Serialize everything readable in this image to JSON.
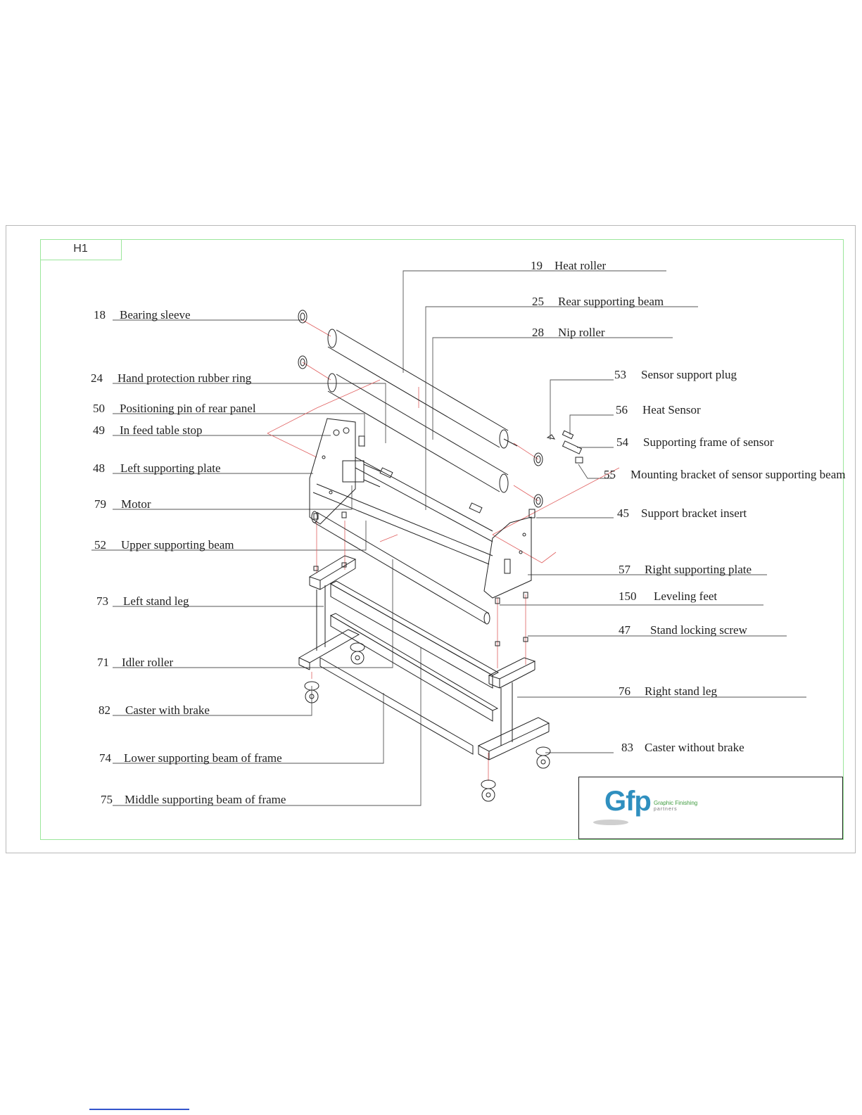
{
  "sheet": {
    "tab_label": "H1"
  },
  "parts": [
    {
      "num": "19",
      "name": "Heat roller"
    },
    {
      "num": "25",
      "name": "Rear supporting beam"
    },
    {
      "num": "28",
      "name": "Nip roller"
    },
    {
      "num": "18",
      "name": "Bearing sleeve"
    },
    {
      "num": "24",
      "name": "Hand protection rubber ring"
    },
    {
      "num": "50",
      "name": "Positioning pin of rear panel"
    },
    {
      "num": "49",
      "name": "In feed table stop"
    },
    {
      "num": "48",
      "name": "Left supporting plate"
    },
    {
      "num": "79",
      "name": "Motor"
    },
    {
      "num": "52",
      "name": "Upper supporting beam"
    },
    {
      "num": "73",
      "name": "Left stand leg"
    },
    {
      "num": "71",
      "name": "Idler roller"
    },
    {
      "num": "82",
      "name": "Caster with brake"
    },
    {
      "num": "74",
      "name": "Lower supporting beam of frame"
    },
    {
      "num": "75",
      "name": "Middle supporting beam of frame"
    },
    {
      "num": "53",
      "name": "Sensor support plug"
    },
    {
      "num": "56",
      "name": "Heat Sensor"
    },
    {
      "num": "54",
      "name": "Supporting frame of sensor"
    },
    {
      "num": "55",
      "name": "Mounting bracket of sensor supporting beam"
    },
    {
      "num": "45",
      "name": "Support bracket insert"
    },
    {
      "num": "57",
      "name": "Right supporting plate"
    },
    {
      "num": "150",
      "name": "Leveling feet"
    },
    {
      "num": "47",
      "name": "Stand locking screw"
    },
    {
      "num": "76",
      "name": "Right stand leg"
    },
    {
      "num": "83",
      "name": "Caster without brake"
    }
  ],
  "logo": {
    "mark": "Gfp",
    "line1": "Graphic Finishing",
    "line2": "partners"
  },
  "colors": {
    "line": "#333333",
    "explode": "#e06060",
    "frame": "#9be69b",
    "logo_blue": "#2f8fbf",
    "logo_green": "#3d9a3d"
  }
}
